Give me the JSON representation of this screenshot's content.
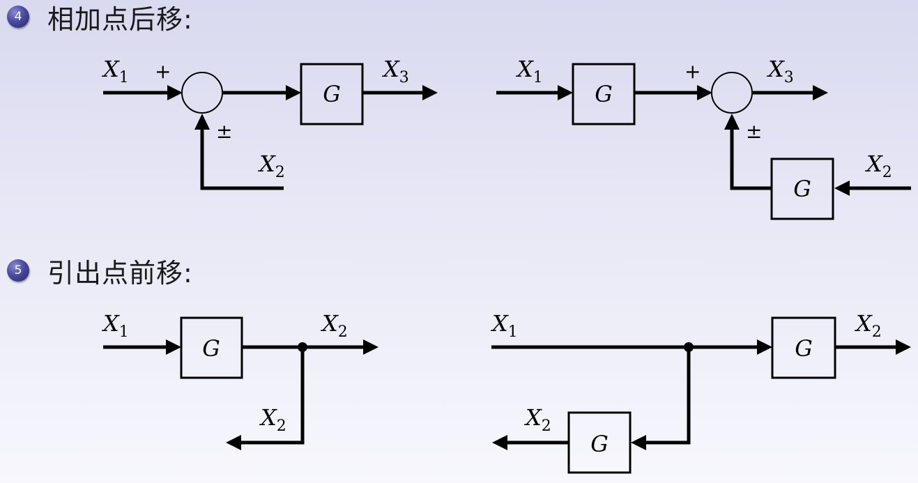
{
  "sections": [
    {
      "number": "4",
      "title": "相加点后移:"
    },
    {
      "number": "5",
      "title": "引出点前移:"
    }
  ],
  "block_label": "G",
  "signals": {
    "x": "X",
    "s1": "1",
    "s2": "2",
    "s3": "3"
  },
  "signs": {
    "plus": "+",
    "plusminus": "±"
  }
}
